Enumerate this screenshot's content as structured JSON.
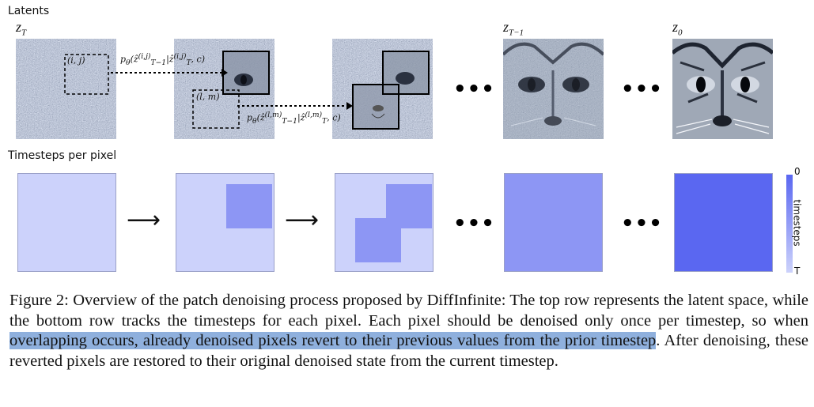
{
  "figure": {
    "latents_label": "Latents",
    "timesteps_label": "Timesteps per pixel",
    "z_labels": {
      "zT": "z",
      "zT_sub": "T",
      "zTm1": "z",
      "zTm1_sub": "T−1",
      "z0": "z",
      "z0_sub": "0"
    },
    "patch_labels": {
      "first": "(i, j)",
      "second": "(l, m)"
    },
    "formulas": {
      "first": "pθ(ẑ(i,j)T−1 | ẑ(i,j)T , c)",
      "second": "pθ(ẑ(l,m)T−1 | ẑ(l,m)T , c)"
    },
    "ellipsis": "•••",
    "arrow": "⟶",
    "colorbar": {
      "top": "0",
      "bottom": "T",
      "label": "timesteps"
    },
    "colors": {
      "light": "#ccd2fb",
      "mid": "#8d96f4",
      "dark": "#5a67f1"
    }
  },
  "caption": {
    "prefix": "Figure 2: Overview of the patch denoising process proposed by DiffInfinite: The top row represents the latent space, while the bottom row tracks the timesteps for each pixel. Each pixel should be denoised only once per timestep, so when ",
    "highlight": "overlapping occurs, already denoised pixels revert to their previous values from the prior timestep",
    "suffix": ". After denoising, these reverted pixels are restored to their original denoised state from the current timestep."
  }
}
